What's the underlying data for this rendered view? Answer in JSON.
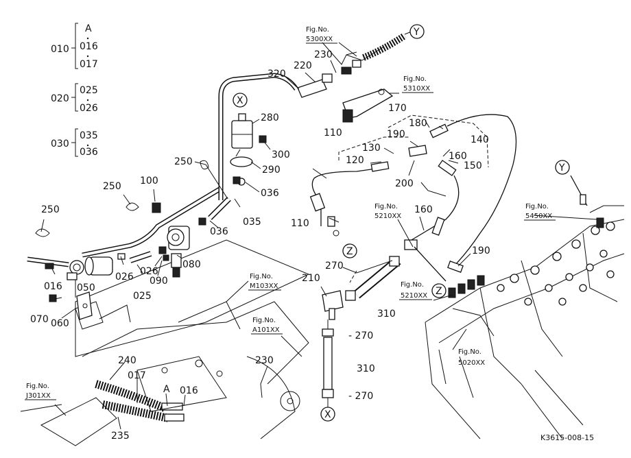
{
  "legend": {
    "groups": [
      {
        "code": "010",
        "items": [
          "A",
          "016",
          "017"
        ]
      },
      {
        "code": "020",
        "items": [
          "025",
          "026"
        ]
      },
      {
        "code": "030",
        "items": [
          "035",
          "036"
        ]
      }
    ]
  },
  "callouts": {
    "c320": "320",
    "c220": "220",
    "c230a": "230",
    "c280": "280",
    "c300": "300",
    "c290": "290",
    "c036a": "036",
    "c250a": "250",
    "c250b": "250",
    "c250c": "250",
    "c100": "100",
    "c036b": "036",
    "c035": "035",
    "c026a": "026",
    "c026b": "026",
    "c025": "025",
    "c090": "090",
    "c080": "080",
    "c016": "016",
    "c050": "050",
    "c070": "070",
    "c060": "060",
    "c110a": "110",
    "c110b": "110",
    "c120": "120",
    "c130": "130",
    "c170": "170",
    "c180": "180",
    "c190a": "190",
    "c160a": "160",
    "c140": "140",
    "c150": "150",
    "c200": "200",
    "c160b": "160",
    "c190b": "190",
    "c270a": "270",
    "c210": "210",
    "c310a": "310",
    "c270b": "- 270",
    "c310b": "310",
    "c270c": "- 270",
    "c240": "240",
    "c017": "017",
    "cA": "A",
    "c016b": "016",
    "c230b": "230",
    "c235": "235"
  },
  "figrefs": {
    "f5300": {
      "title": "Fig.No.",
      "num": "5300XX"
    },
    "f5310": {
      "title": "Fig.No.",
      "num": "5310XX"
    },
    "f5210a": {
      "title": "Fig.No.",
      "num": "5210XX"
    },
    "f5450": {
      "title": "Fig.No.",
      "num": "5450XX"
    },
    "fM103": {
      "title": "Fig.No.",
      "num": "M103XX"
    },
    "fA101": {
      "title": "Fig.No.",
      "num": "A101XX"
    },
    "f5210b": {
      "title": "Fig.No.",
      "num": "5210XX"
    },
    "f5020": {
      "title": "Fig.No.",
      "num": "5020XX"
    },
    "fJ301": {
      "title": "Fig.No.",
      "num": "J301XX"
    }
  },
  "markers": {
    "y1": "Y",
    "y2": "Y",
    "x1": "X",
    "x2": "X",
    "z1": "Z",
    "z2": "Z"
  },
  "drawing_id": "K3615-008-15"
}
